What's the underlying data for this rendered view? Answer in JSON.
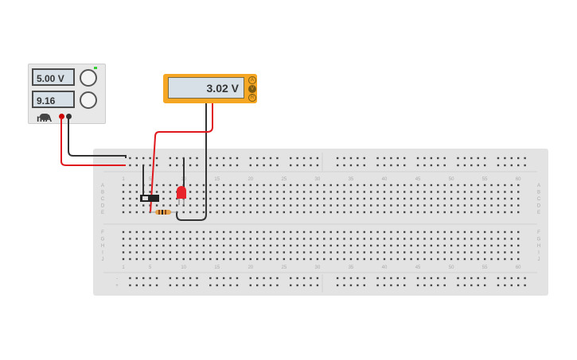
{
  "power_supply": {
    "voltage": "5.00 V",
    "current": "9.16 mA"
  },
  "multimeter": {
    "reading": "3.02 V",
    "modes": [
      "A",
      "V",
      "R"
    ],
    "active_mode": "V"
  },
  "breadboard": {
    "rows_top": [
      "A",
      "B",
      "C",
      "D",
      "E"
    ],
    "rows_bottom": [
      "F",
      "G",
      "H",
      "I",
      "J"
    ],
    "column_labels": [
      "1",
      "5",
      "10",
      "15",
      "20",
      "25",
      "30",
      "35",
      "40",
      "45",
      "50",
      "55",
      "60"
    ],
    "rail_labels": [
      "-",
      "+"
    ]
  },
  "colors": {
    "wire_red": "#e0191f",
    "wire_black": "#333333",
    "meter": "#f5a623",
    "led": "#e8232a"
  }
}
